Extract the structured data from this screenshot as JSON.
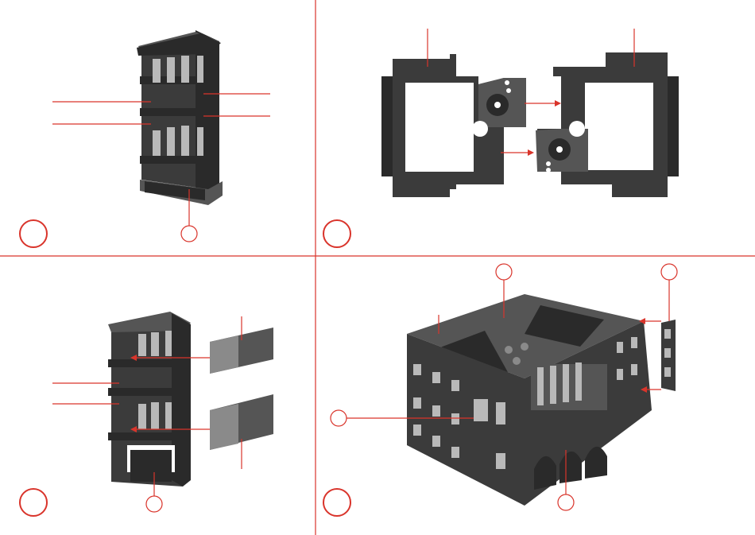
{
  "colors": {
    "accent": "#d9342b",
    "part": "#3b3b3b",
    "background": "#ffffff"
  },
  "panels": [
    {
      "id": "step-1",
      "step_number": "",
      "description_icon": "stair-tower-assembly"
    },
    {
      "id": "step-2",
      "step_number": "",
      "description_icon": "floor-plates-joining"
    },
    {
      "id": "step-3",
      "step_number": "",
      "description_icon": "wall-insert-assembly"
    },
    {
      "id": "step-4",
      "step_number": "",
      "description_icon": "building-attachment"
    }
  ]
}
